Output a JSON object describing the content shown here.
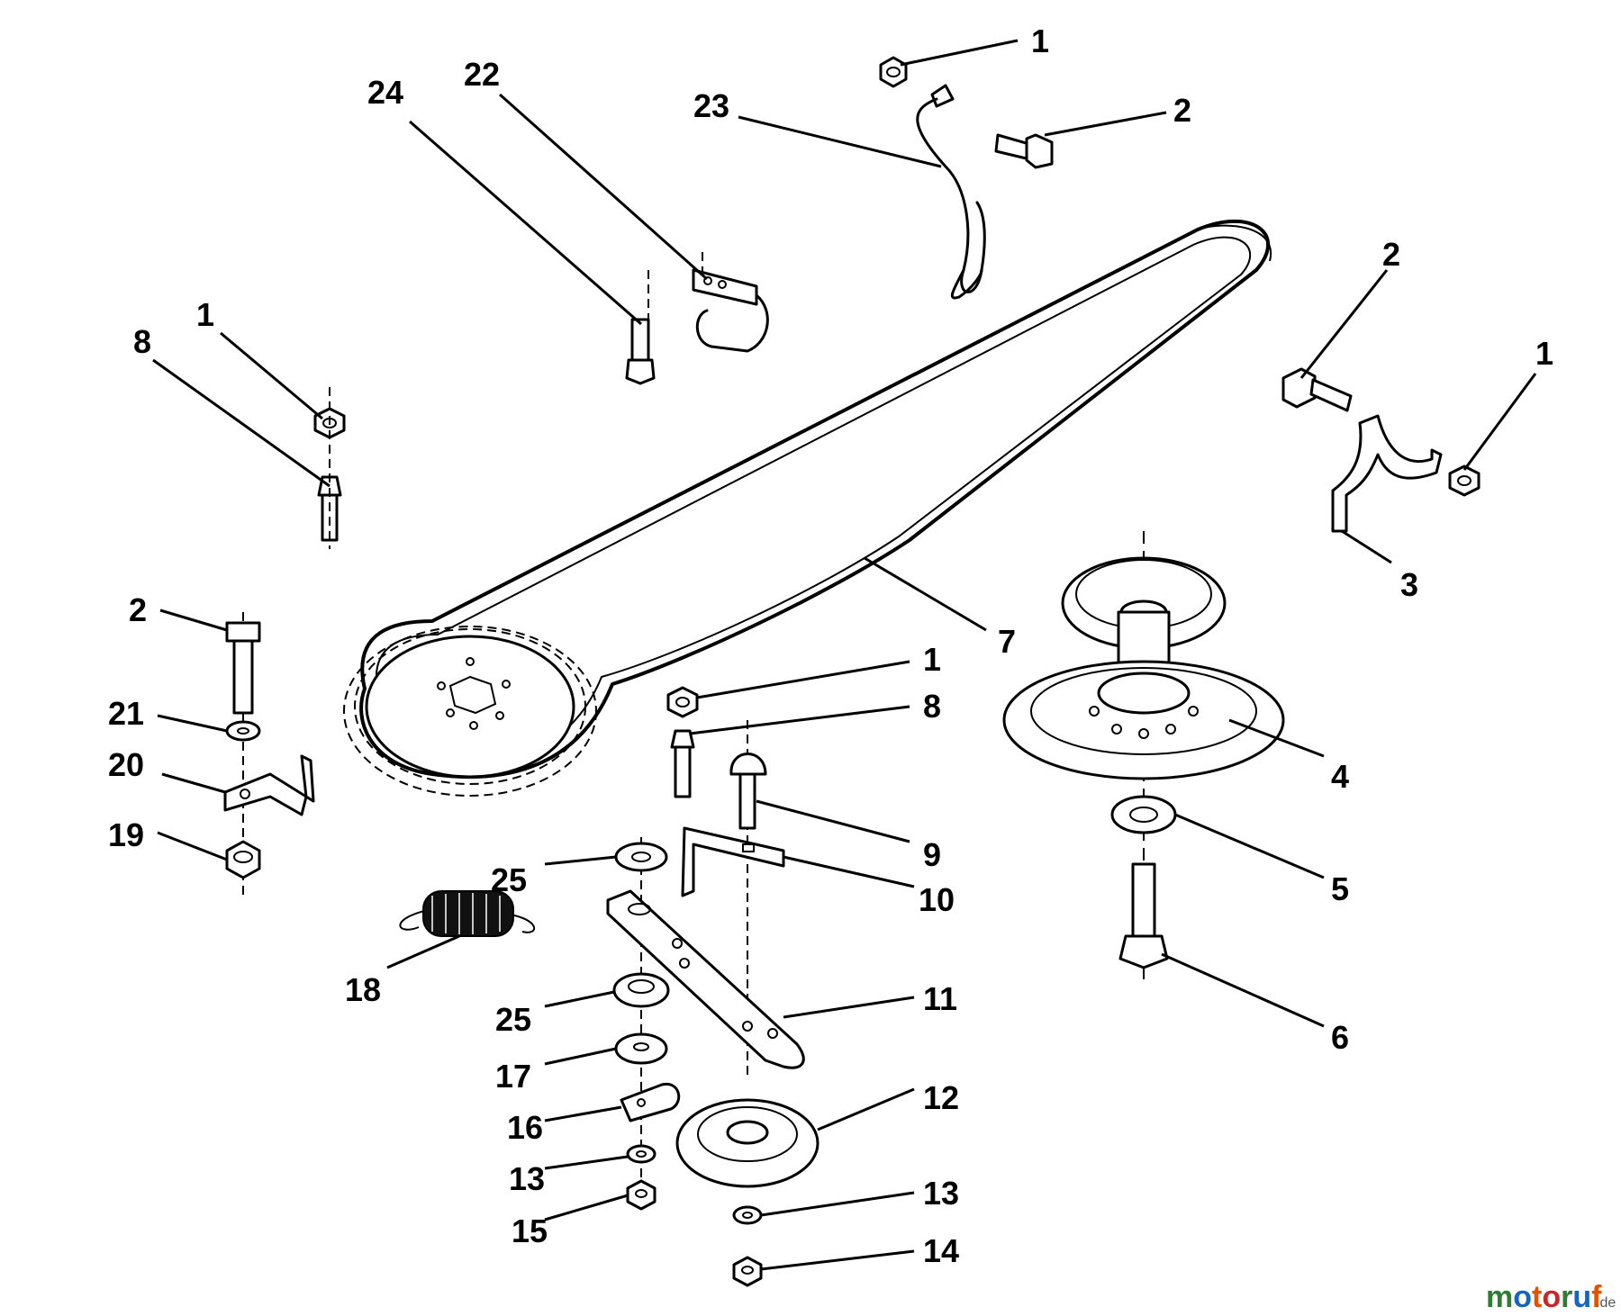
{
  "callouts": [
    {
      "id": "c1a",
      "label": "1"
    },
    {
      "id": "c2a",
      "label": "2"
    },
    {
      "id": "c23",
      "label": "23"
    },
    {
      "id": "c22",
      "label": "22"
    },
    {
      "id": "c24",
      "label": "24"
    },
    {
      "id": "c2b",
      "label": "2"
    },
    {
      "id": "c1b",
      "label": "1"
    },
    {
      "id": "c1c",
      "label": "1"
    },
    {
      "id": "c8a",
      "label": "8"
    },
    {
      "id": "c3",
      "label": "3"
    },
    {
      "id": "c7",
      "label": "7"
    },
    {
      "id": "c2c",
      "label": "2"
    },
    {
      "id": "c1d",
      "label": "1"
    },
    {
      "id": "c8b",
      "label": "8"
    },
    {
      "id": "c21",
      "label": "21"
    },
    {
      "id": "c20",
      "label": "20"
    },
    {
      "id": "c4",
      "label": "4"
    },
    {
      "id": "c9",
      "label": "9"
    },
    {
      "id": "c19",
      "label": "19"
    },
    {
      "id": "c25a",
      "label": "25"
    },
    {
      "id": "c10",
      "label": "10"
    },
    {
      "id": "c5",
      "label": "5"
    },
    {
      "id": "c18",
      "label": "18"
    },
    {
      "id": "c11",
      "label": "11"
    },
    {
      "id": "c25b",
      "label": "25"
    },
    {
      "id": "c6",
      "label": "6"
    },
    {
      "id": "c17",
      "label": "17"
    },
    {
      "id": "c12",
      "label": "12"
    },
    {
      "id": "c16",
      "label": "16"
    },
    {
      "id": "c13a",
      "label": "13"
    },
    {
      "id": "c13b",
      "label": "13"
    },
    {
      "id": "c15",
      "label": "15"
    },
    {
      "id": "c14",
      "label": "14"
    }
  ],
  "watermark": {
    "brand_text": "motoruf",
    "suffix": ".de",
    "colors": [
      "#2e7d32",
      "#1565c0",
      "#e65100",
      "#c62828"
    ]
  }
}
